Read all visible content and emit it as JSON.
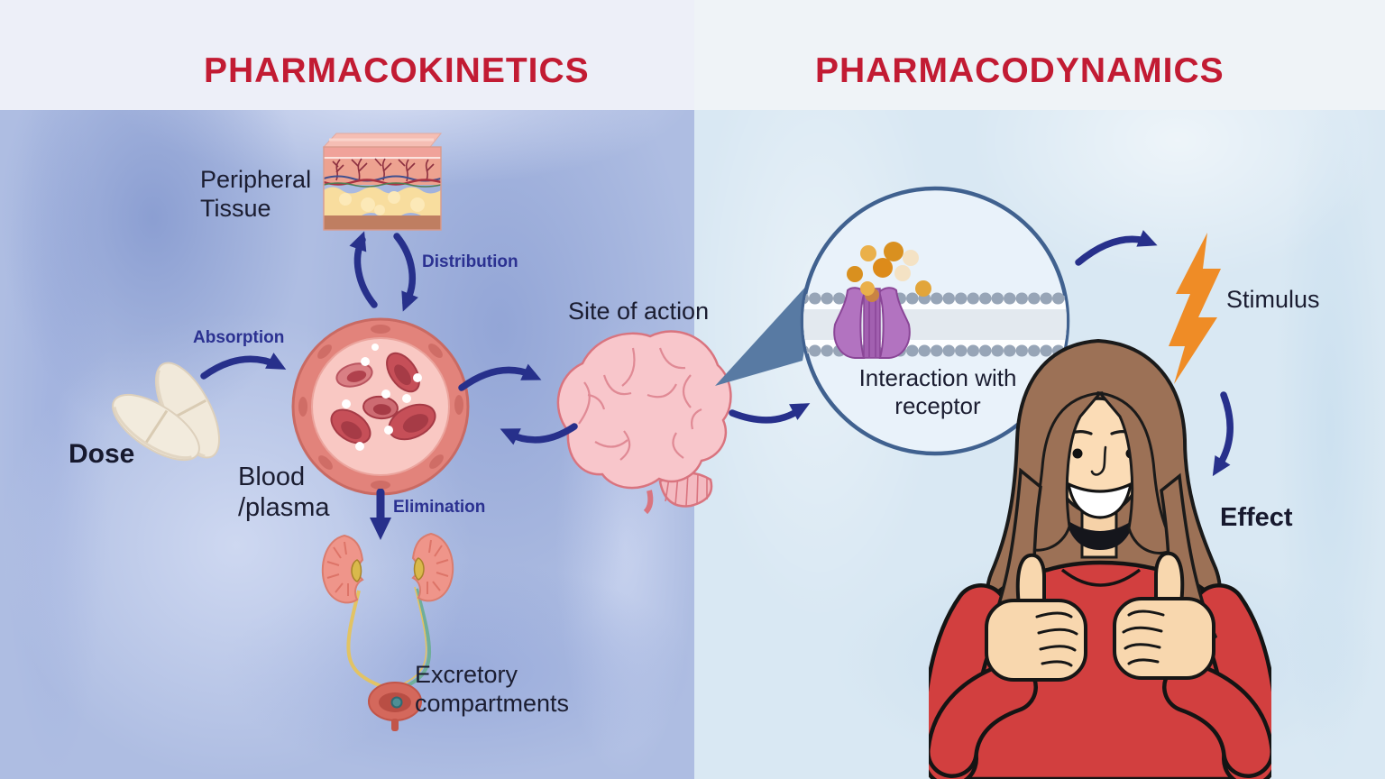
{
  "titles": {
    "pharmacokinetics": "PHARMACOKINETICS",
    "pharmacodynamics": "PHARMACODYNAMICS"
  },
  "pharmacokinetics": {
    "dose": "Dose",
    "absorption": "Absorption",
    "blood_plasma": "Blood /plasma",
    "distribution": "Distribution",
    "peripheral_tissue": "Peripheral Tissue",
    "elimination": "Elimination",
    "excretory": "Excretory compartments",
    "site_of_action": "Site of action"
  },
  "pharmacodynamics": {
    "interaction": "Interaction with receptor",
    "stimulus": "Stimulus",
    "effect": "Effect"
  },
  "icons": {
    "dose": "pills-icon",
    "peripheral_tissue": "skin-tissue-icon",
    "blood_plasma": "blood-vessel-cross-section-icon",
    "excretory": "kidneys-bladder-icon",
    "site_of_action": "brain-icon",
    "receptor": "cell-membrane-receptor-icon",
    "magnifier": "zoom-wedge-icon",
    "stimulus": "lightning-bolt-icon",
    "effect": "woman-thumbs-up-illustration"
  },
  "arrows": {
    "absorption": "absorption-curved-arrow",
    "distribution_up": "distribution-up-arrow",
    "distribution_down": "distribution-down-arrow",
    "elimination": "elimination-down-arrow",
    "blood_to_brain": "blood-to-brain-arrow",
    "brain_to_blood": "brain-to-blood-arrow",
    "brain_to_receptor": "brain-to-receptor-arrow",
    "receptor_to_stimulus": "receptor-to-stimulus-arrow",
    "stimulus_to_effect": "stimulus-to-effect-arrow"
  },
  "colors": {
    "title_red": "#c21b33",
    "arrow_navy": "#27308b",
    "label_navy": "#2b3191",
    "text_dark": "#1b1d31",
    "lightning_orange": "#ef8c26",
    "receptor_purple": "#b273c0",
    "ligand_orange": "#d9901f",
    "membrane_gray": "#97a5b7",
    "sweater_red": "#d23f3f",
    "hair_brown": "#9c7156",
    "skin_tone": "#fbdcb6",
    "left_background": "#aebde2",
    "right_background": "#d9e8f3",
    "top_band": "#edeff8"
  }
}
